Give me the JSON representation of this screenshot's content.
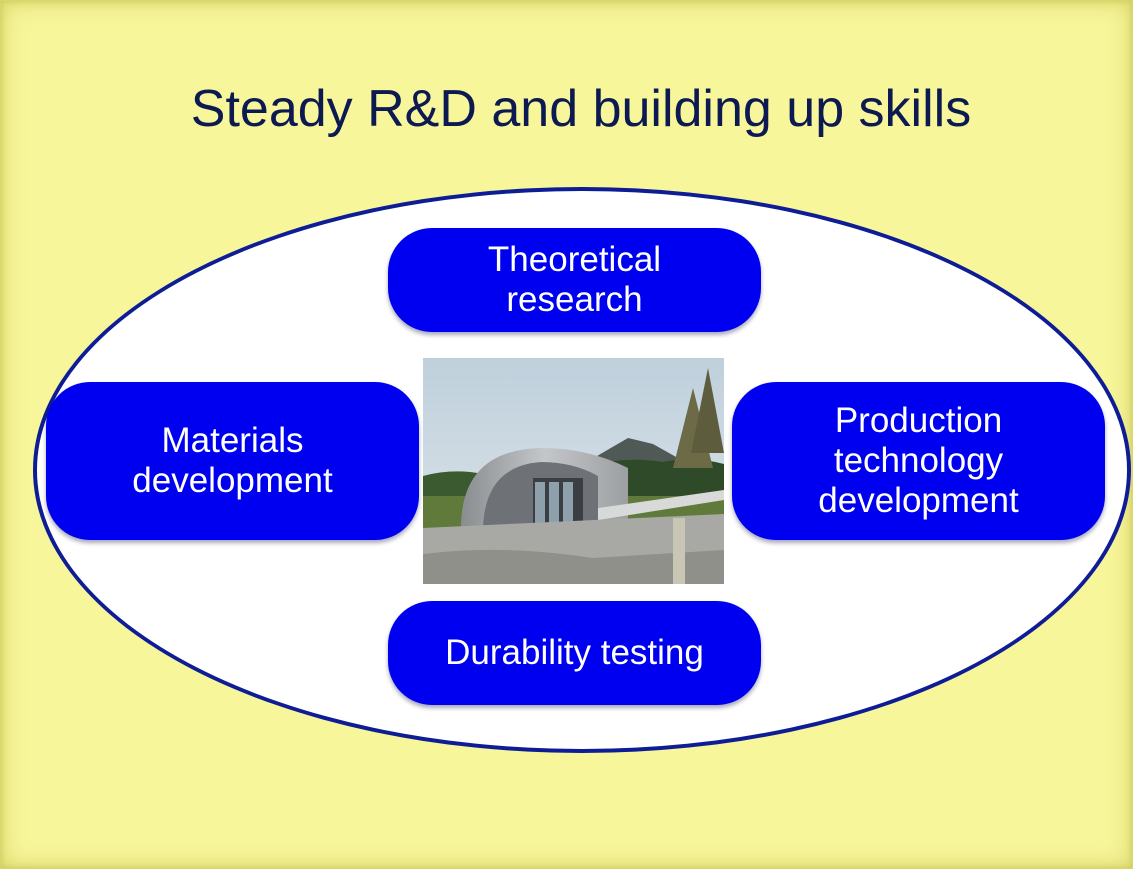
{
  "title": "Steady R&D and building up skills",
  "nodes": {
    "top": "Theoretical\nresearch",
    "left": "Materials\ndevelopment",
    "right": "Production\ntechnology\ndevelopment",
    "bottom": "Durability testing"
  },
  "colors": {
    "background": "#f7f69a",
    "title_text": "#0d1a52",
    "ellipse_border": "#0e1d96",
    "pill_fill": "#0000f0",
    "pill_text": "#ffffff"
  },
  "photo": {
    "description_icon": "research-facility-photo"
  }
}
